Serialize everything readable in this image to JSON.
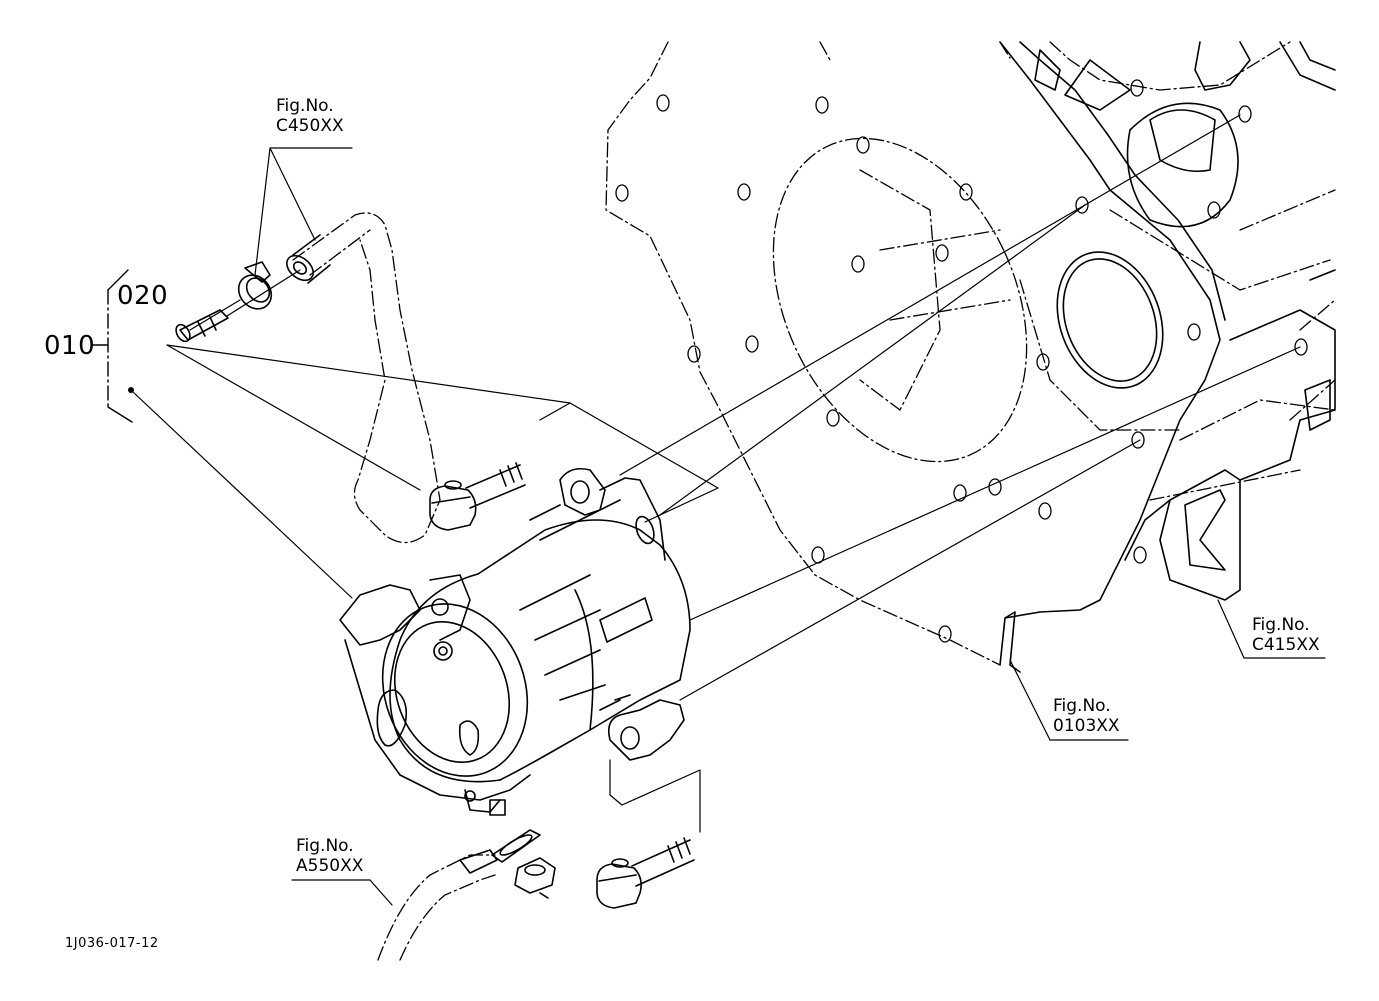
{
  "callouts": {
    "item_010": "010",
    "item_020": "020"
  },
  "figure_refs": [
    {
      "line1": "Fig.No.",
      "line2": "C450XX"
    },
    {
      "line1": "Fig.No.",
      "line2": "C415XX"
    },
    {
      "line1": "Fig.No.",
      "line2": "0103XX"
    },
    {
      "line1": "Fig.No.",
      "line2": "A550XX"
    }
  ],
  "drawing_code": "1J036-017-12",
  "colors": {
    "line": "#000000",
    "background": "#ffffff"
  }
}
